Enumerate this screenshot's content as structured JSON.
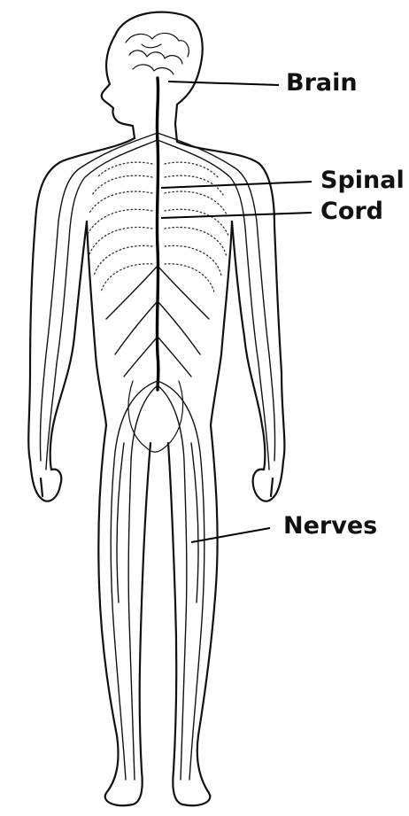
{
  "labels": {
    "brain": "Brain",
    "spinal": "Spinal",
    "cord": "Cord",
    "nerves": "Nerves"
  },
  "colors": {
    "line": "#111111",
    "background": "#ffffff"
  }
}
